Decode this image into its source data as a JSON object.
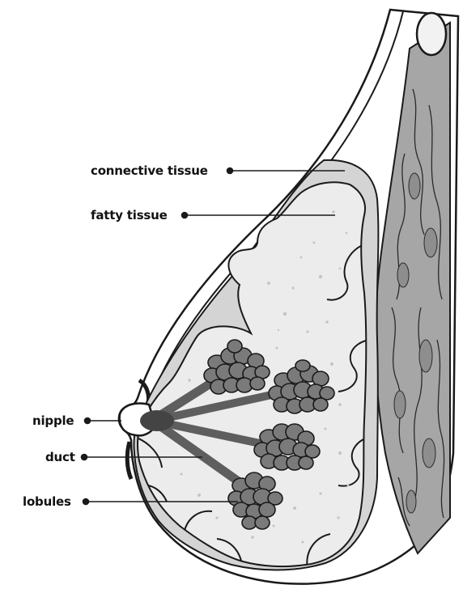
{
  "diagram": {
    "labels": {
      "connective_tissue": "connective tissue",
      "fatty_tissue": "fatty tissue",
      "nipple": "nipple",
      "duct": "duct",
      "lobules": "lobules"
    },
    "colors": {
      "outline": "#1a1a1a",
      "connective": "#d4d4d4",
      "fat": "#ececec",
      "muscle": "#a6a6a6",
      "lobule_fill": "#7a7a7a",
      "duct": "#5e5e5e",
      "speckle": "#c4c4c4"
    }
  }
}
